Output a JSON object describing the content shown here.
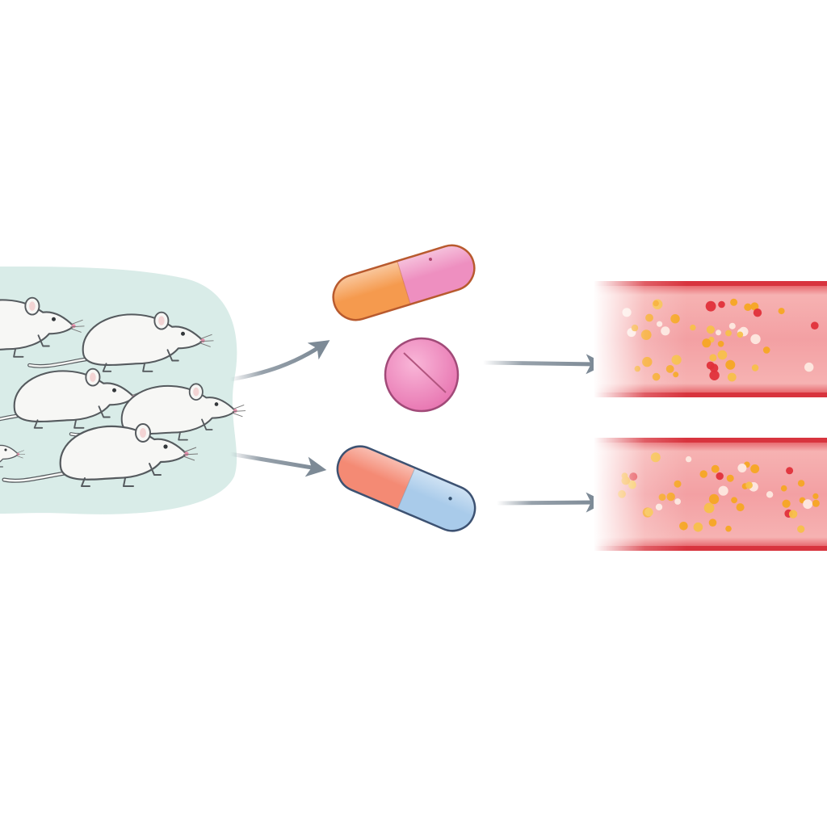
{
  "diagram": {
    "stages": [
      {
        "id": "subjects",
        "kind": "animal-group",
        "icon": "rat-icon",
        "count": 6
      },
      {
        "id": "formulations",
        "kind": "dosage-forms",
        "items": [
          {
            "id": "capsule-orange-pink",
            "icon": "capsule-icon",
            "colors": [
              "#f59a4e",
              "#ee8fc0"
            ]
          },
          {
            "id": "tablet-pink",
            "icon": "tablet-icon",
            "colors": [
              "#f08cbf"
            ]
          },
          {
            "id": "capsule-salmon-blue",
            "icon": "capsule-icon",
            "colors": [
              "#f48a74",
              "#a9cbea"
            ]
          }
        ]
      },
      {
        "id": "bloodstream",
        "kind": "blood-vessel",
        "icon": "blood-vessel-icon",
        "count": 2
      }
    ],
    "connections": [
      {
        "from": "subjects",
        "to": "capsule-orange-pink"
      },
      {
        "from": "subjects",
        "to": "capsule-salmon-blue"
      },
      {
        "from": "tablet-pink",
        "to": "vessel-upper"
      },
      {
        "from": "capsule-salmon-blue",
        "to": "vessel-lower"
      }
    ],
    "colors": {
      "background": "#ffffff",
      "habitat": "#d9ece8",
      "rat_body": "#f7f7f5",
      "rat_outline": "#555a5e",
      "arrow": "#7d8a96",
      "vessel_wall": "#d8343e",
      "vessel_fill": "#f4a3a3",
      "particle_orange": "#f5a623",
      "particle_red": "#e0303a",
      "particle_white": "#fde9e0"
    }
  }
}
